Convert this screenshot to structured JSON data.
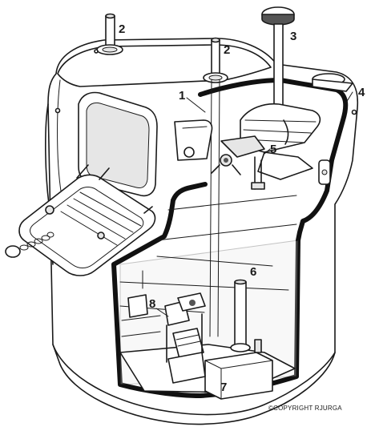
{
  "callouts": [
    {
      "id": "1",
      "label": "1"
    },
    {
      "id": "2a",
      "label": "2"
    },
    {
      "id": "2b",
      "label": "2"
    },
    {
      "id": "3",
      "label": "3"
    },
    {
      "id": "4",
      "label": "4"
    },
    {
      "id": "5",
      "label": "5"
    },
    {
      "id": "6",
      "label": "6"
    },
    {
      "id": "7",
      "label": "7"
    },
    {
      "id": "8",
      "label": "8"
    }
  ],
  "copyright": "©COPYRIGHT RJURGA"
}
